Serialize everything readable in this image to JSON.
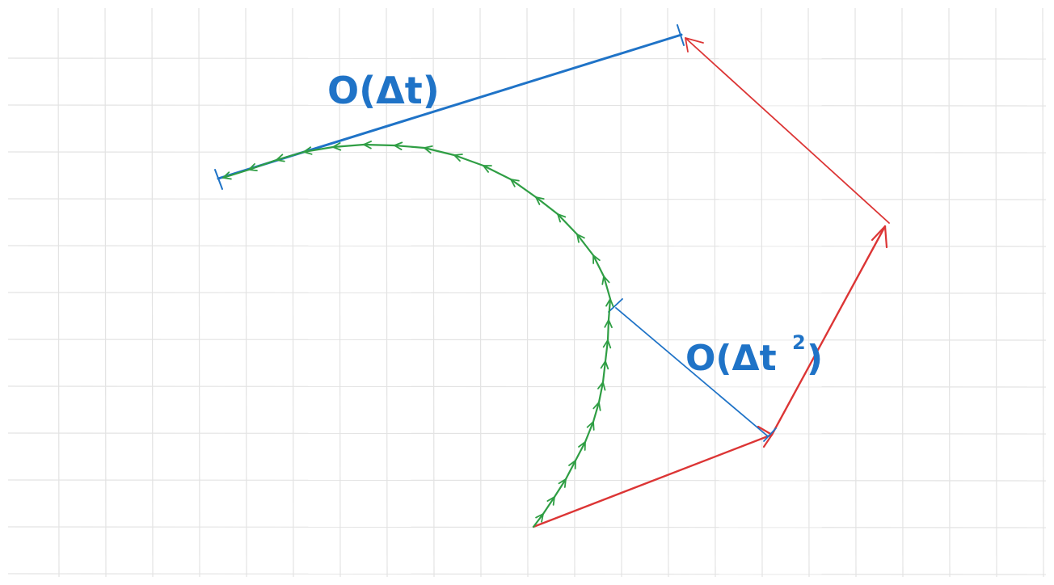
{
  "labels": {
    "big_error": "O(Δt)",
    "small_error_base": "O(Δt",
    "small_error_exp": "2",
    "small_error_close": ")"
  },
  "colors": {
    "grid": "#e3e3e3",
    "blue": "#1f73c7",
    "red": "#dc3535",
    "green": "#2f9e44"
  }
}
